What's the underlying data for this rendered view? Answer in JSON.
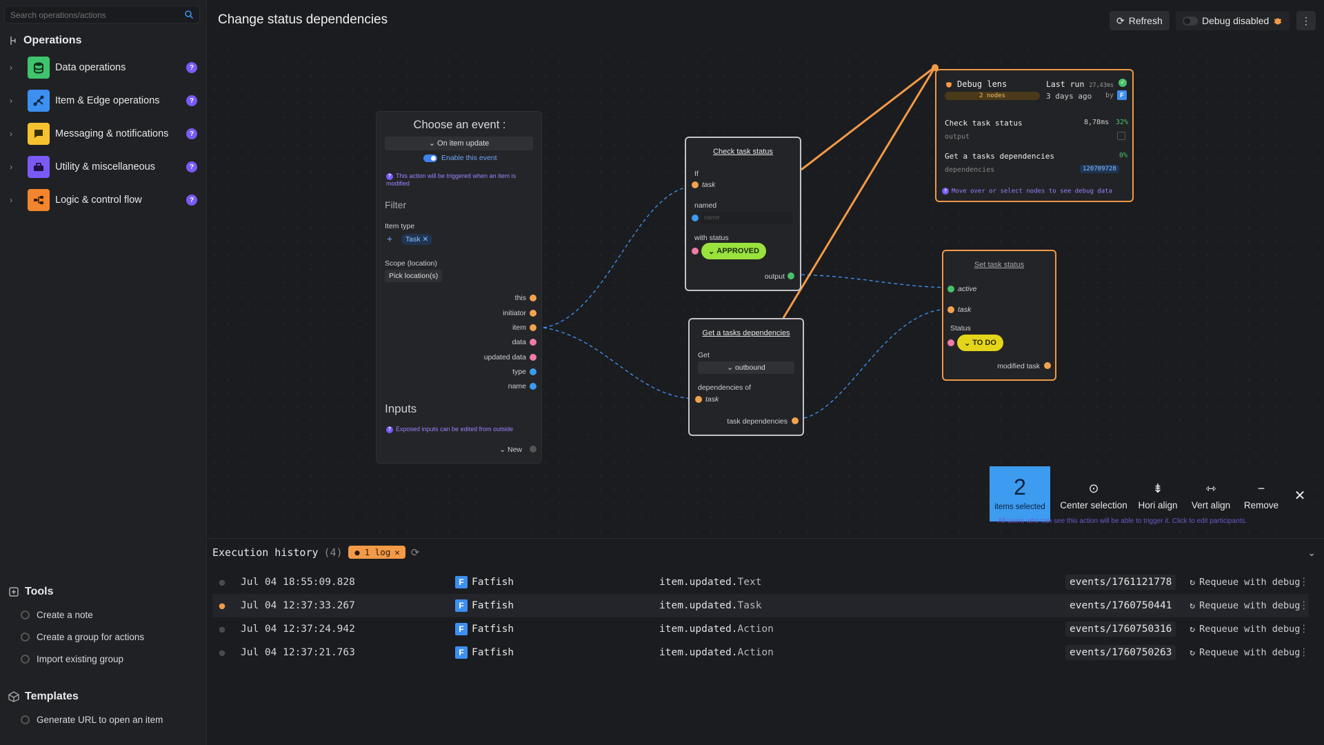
{
  "sidebar": {
    "search_placeholder": "Search operations/actions",
    "operations_title": "Operations",
    "operations": [
      {
        "label": "Data operations",
        "color": "#3ec46d",
        "icon": "database-icon"
      },
      {
        "label": "Item & Edge operations",
        "color": "#3d8ff0",
        "icon": "graph-nodes-icon"
      },
      {
        "label": "Messaging & notifications",
        "color": "#f5c22f",
        "icon": "message-icon"
      },
      {
        "label": "Utility & miscellaneous",
        "color": "#7a5af5",
        "icon": "toolbox-icon"
      },
      {
        "label": "Logic & control flow",
        "color": "#f2862e",
        "icon": "flow-icon"
      }
    ],
    "tools_title": "Tools",
    "tools": [
      "Create a note",
      "Create a group for actions",
      "Import existing group"
    ],
    "templates_title": "Templates",
    "templates": [
      "Generate URL to open an item"
    ]
  },
  "header": {
    "title": "Change status dependencies",
    "refresh": "Refresh",
    "debug": "Debug disabled"
  },
  "event_node": {
    "title": "Choose an event :",
    "trigger": "On item update",
    "enable": "Enable this event",
    "note": "This action will be triggered when an item is modified",
    "filter": "Filter",
    "item_type_label": "Item type",
    "item_type_value": "Task",
    "scope_label": "Scope (location)",
    "scope_button": "Pick location(s)",
    "outputs": [
      "this",
      "initiator",
      "item",
      "data",
      "updated data",
      "type",
      "name"
    ],
    "inputs_title": "Inputs",
    "inputs_note": "Exposed inputs can be edited from outside",
    "new_label": "New"
  },
  "check_node": {
    "title": "Check task status",
    "if": "If",
    "task": "task",
    "named": "named",
    "name_placeholder": "name",
    "with_status": "with status",
    "status": "APPROVED",
    "output": "output"
  },
  "deps_node": {
    "title": "Get a tasks dependencies",
    "get": "Get",
    "direction": "outbound",
    "dependencies_of": "dependencies of",
    "task": "task",
    "output": "task dependencies"
  },
  "set_node": {
    "title": "Set task status",
    "active": "active",
    "task": "task",
    "status_label": "Status",
    "status": "TO DO",
    "output": "modified task"
  },
  "debug_lens": {
    "title": "Debug lens",
    "nodes": "2 nodes",
    "last_run": "Last run",
    "last_run_ms": "27,43ms",
    "ago": "3 days ago",
    "by": "by",
    "rows": [
      {
        "name": "Check task status",
        "time": "8,78ms",
        "pct": "32%",
        "sub": "output"
      },
      {
        "name": "Get a tasks dependencies",
        "time": "",
        "pct": "0%",
        "sub": "dependencies",
        "value": "120709728"
      }
    ],
    "hint": "Move over or select nodes to see debug data"
  },
  "selection": {
    "count": "2",
    "count_label": "items selected",
    "actions": [
      "Center selection",
      "Hori align",
      "Vert align",
      "Remove"
    ],
    "hidden_note": "All users who can see this action will be able to trigger it. Click to edit participants."
  },
  "exec": {
    "title": "Execution history",
    "count": "(4)",
    "log_badge": "1 log",
    "rows": [
      {
        "time": "Jul 04 18:55:09.828",
        "user": "Fatfish",
        "event": "item.updated.",
        "suffix": "Text",
        "ref": "events/1761121778",
        "action": "Requeue with debug",
        "debug": false
      },
      {
        "time": "Jul 04 12:37:33.267",
        "user": "Fatfish",
        "event": "item.updated.",
        "suffix": "Task",
        "ref": "events/1760750441",
        "action": "Requeue with debug",
        "debug": true
      },
      {
        "time": "Jul 04 12:37:24.942",
        "user": "Fatfish",
        "event": "item.updated.",
        "suffix": "Action",
        "ref": "events/1760750316",
        "action": "Requeue with debug",
        "debug": false
      },
      {
        "time": "Jul 04 12:37:21.763",
        "user": "Fatfish",
        "event": "item.updated.",
        "suffix": "Action",
        "ref": "events/1760750263",
        "action": "Requeue with debug",
        "debug": false
      }
    ]
  },
  "colors": {
    "accent": "#3d9bf0",
    "orange": "#f29a48",
    "purple": "#7a5af5",
    "approved": "#9ae23c",
    "todo": "#e5d51a"
  }
}
